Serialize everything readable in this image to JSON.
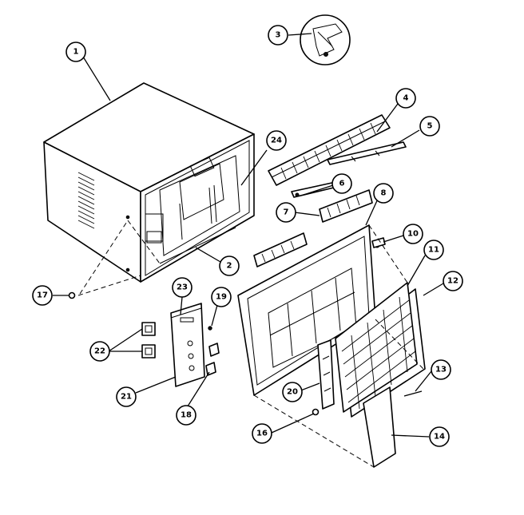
{
  "callouts": [
    {
      "id": "1",
      "label": "1"
    },
    {
      "id": "2",
      "label": "2"
    },
    {
      "id": "3",
      "label": "3"
    },
    {
      "id": "4",
      "label": "4"
    },
    {
      "id": "5",
      "label": "5"
    },
    {
      "id": "6",
      "label": "6"
    },
    {
      "id": "7",
      "label": "7"
    },
    {
      "id": "8",
      "label": "8"
    },
    {
      "id": "10",
      "label": "10"
    },
    {
      "id": "11",
      "label": "11"
    },
    {
      "id": "12",
      "label": "12"
    },
    {
      "id": "13",
      "label": "13"
    },
    {
      "id": "14",
      "label": "14"
    },
    {
      "id": "16",
      "label": "16"
    },
    {
      "id": "17",
      "label": "17"
    },
    {
      "id": "18",
      "label": "18"
    },
    {
      "id": "19",
      "label": "19"
    },
    {
      "id": "20",
      "label": "20"
    },
    {
      "id": "21",
      "label": "21"
    },
    {
      "id": "22",
      "label": "22"
    },
    {
      "id": "23",
      "label": "23"
    },
    {
      "id": "24",
      "label": "24"
    }
  ]
}
